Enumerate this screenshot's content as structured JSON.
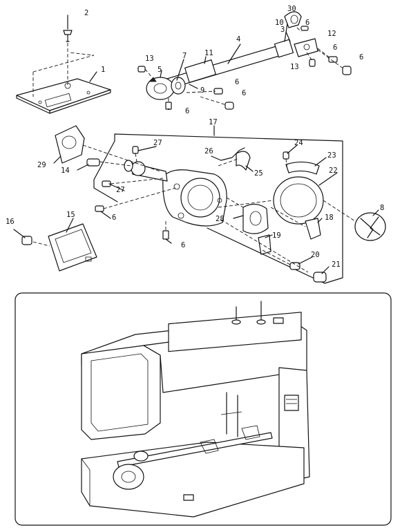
{
  "callouts": {
    "c1": "1",
    "c2": "2",
    "c3": "3",
    "c4": "4",
    "c5": "5",
    "c6a": "6",
    "c6b": "6",
    "c6c": "6",
    "c6d": "6",
    "c6e": "6",
    "c6f": "6",
    "c6g": "6",
    "c6h": "6",
    "c7": "7",
    "c8": "8",
    "c9": "9",
    "c10": "10",
    "c11": "11",
    "c12": "12",
    "c13a": "13",
    "c13b": "13",
    "c14": "14",
    "c15": "15",
    "c16": "16",
    "c17": "17",
    "c18": "18",
    "c19": "19",
    "c20": "20",
    "c21": "21",
    "c22": "22",
    "c23": "23",
    "c24": "24",
    "c25": "25",
    "c26": "26",
    "c27a": "27",
    "c27b": "27",
    "c28": "28",
    "c29": "29",
    "c30": "30"
  }
}
